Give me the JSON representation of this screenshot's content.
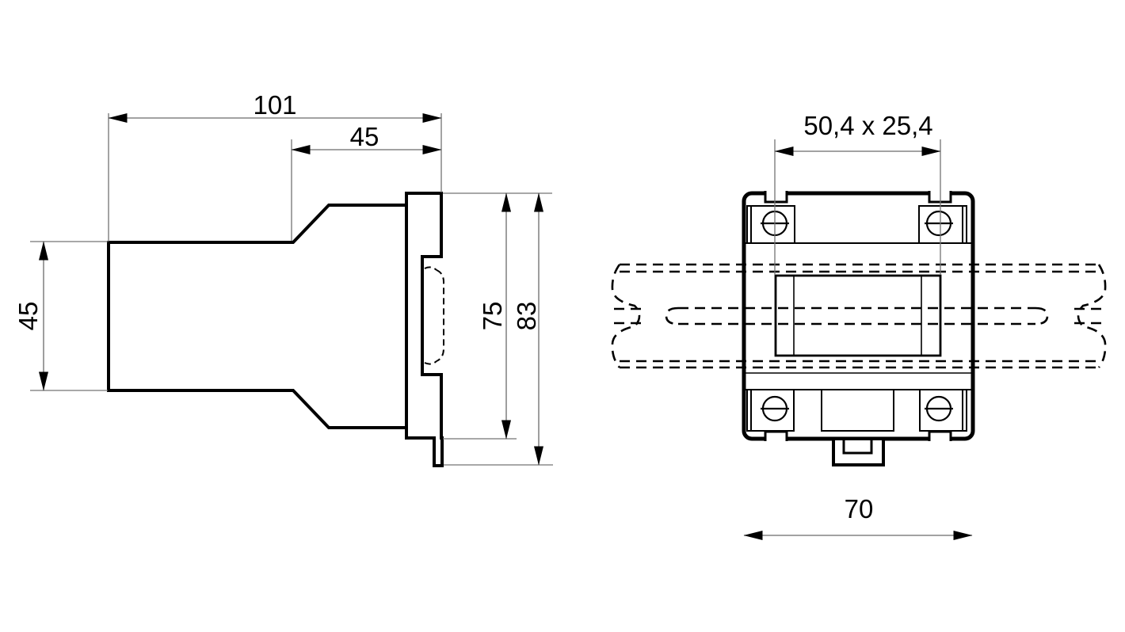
{
  "colors": {
    "background": "#ffffff",
    "outline": "#000000",
    "dimension_lines": "#6b6b6b",
    "text": "#000000"
  },
  "dimensions": {
    "side_view": {
      "total_depth": "101",
      "upper_depth": "45",
      "body_height": "45",
      "mount_plate_height": "75",
      "overall_height": "83"
    },
    "front_view": {
      "window_opening": "50,4 x 25,4",
      "overall_width": "70"
    }
  }
}
